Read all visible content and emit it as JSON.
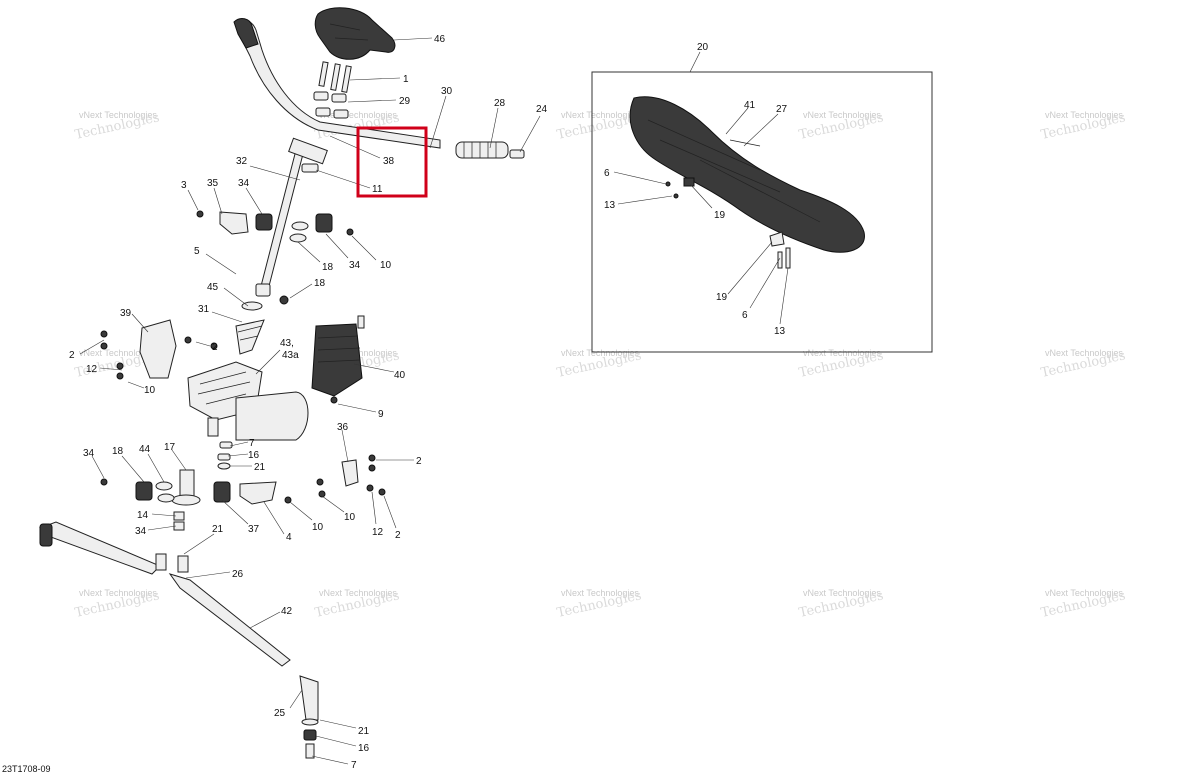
{
  "diagram": {
    "drawing_code": "23T1708-09",
    "watermark": [
      "vNext Technologies",
      "Technologies"
    ],
    "inset_label": "20",
    "highlight_color": "#d0001a",
    "callouts": [
      {
        "label": "46"
      },
      {
        "label": "1"
      },
      {
        "label": "29"
      },
      {
        "label": "30"
      },
      {
        "label": "28"
      },
      {
        "label": "24"
      },
      {
        "label": "38"
      },
      {
        "label": "11"
      },
      {
        "label": "32"
      },
      {
        "label": "3"
      },
      {
        "label": "35"
      },
      {
        "label": "34"
      },
      {
        "label": "34"
      },
      {
        "label": "18"
      },
      {
        "label": "10"
      },
      {
        "label": "5"
      },
      {
        "label": "18"
      },
      {
        "label": "45"
      },
      {
        "label": "31"
      },
      {
        "label": "39"
      },
      {
        "label": "2"
      },
      {
        "label": "2"
      },
      {
        "label": "12"
      },
      {
        "label": "10"
      },
      {
        "label": "43,"
      },
      {
        "label": "43a"
      },
      {
        "label": "40"
      },
      {
        "label": "9"
      },
      {
        "label": "7"
      },
      {
        "label": "16"
      },
      {
        "label": "21"
      },
      {
        "label": "36"
      },
      {
        "label": "2"
      },
      {
        "label": "10"
      },
      {
        "label": "34"
      },
      {
        "label": "18"
      },
      {
        "label": "44"
      },
      {
        "label": "17"
      },
      {
        "label": "14"
      },
      {
        "label": "34"
      },
      {
        "label": "37"
      },
      {
        "label": "4"
      },
      {
        "label": "10"
      },
      {
        "label": "12"
      },
      {
        "label": "2"
      },
      {
        "label": "21"
      },
      {
        "label": "26"
      },
      {
        "label": "42"
      },
      {
        "label": "25"
      },
      {
        "label": "21"
      },
      {
        "label": "16"
      },
      {
        "label": "7"
      },
      {
        "label": "41"
      },
      {
        "label": "27"
      },
      {
        "label": "6"
      },
      {
        "label": "13"
      },
      {
        "label": "19"
      },
      {
        "label": "19"
      },
      {
        "label": "6"
      },
      {
        "label": "13"
      }
    ]
  }
}
